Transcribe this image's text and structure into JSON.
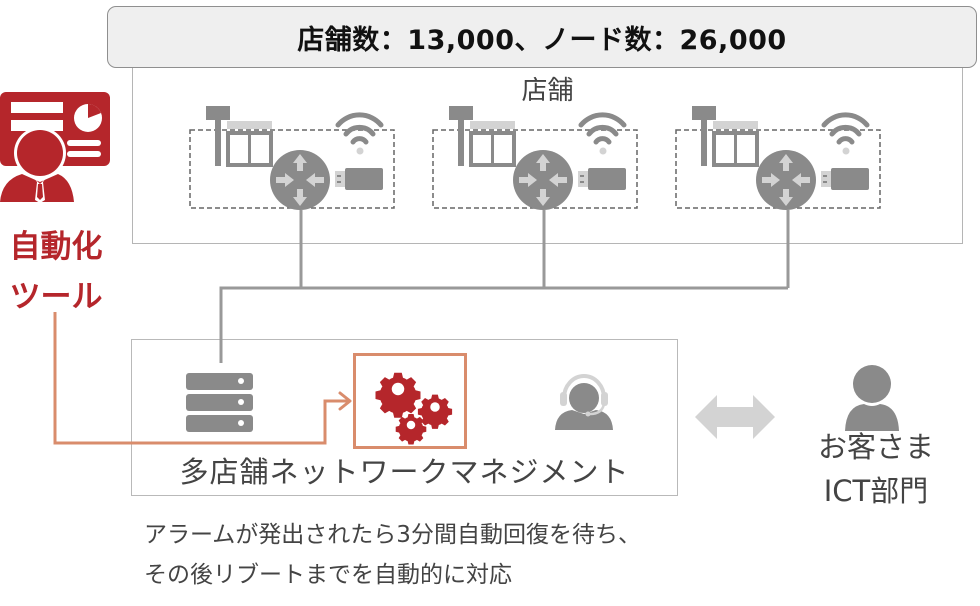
{
  "header": {
    "title": "店舗数：13,000、ノード数：26,000"
  },
  "store_area": {
    "label": "店舗",
    "stores": [
      {
        "name": "store-1",
        "devices": [
          "signpost-shop-icon",
          "wifi-icon",
          "router-icon",
          "usb-dongle-icon"
        ]
      },
      {
        "name": "store-2",
        "devices": [
          "signpost-shop-icon",
          "wifi-icon",
          "router-icon",
          "usb-dongle-icon"
        ]
      },
      {
        "name": "store-3",
        "devices": [
          "signpost-shop-icon",
          "wifi-icon",
          "router-icon",
          "usb-dongle-icon"
        ]
      }
    ]
  },
  "automation_tool": {
    "label_line1": "自動化",
    "label_line2": "ツール",
    "icon": "presenter-dashboard-icon"
  },
  "management": {
    "label": "多店舗ネットワークマネジメント",
    "icons": [
      "server-icon",
      "gears-icon",
      "support-operator-icon"
    ]
  },
  "customer": {
    "label_line1": "お客さま",
    "label_line2": "ICT部門",
    "icon": "person-icon"
  },
  "caption": {
    "line1": "アラームが発出されたら3分間自動回復を待ち、",
    "line2": "その後リブートまでを自動的に対応"
  },
  "colors": {
    "accent_red": "#b5262b",
    "flow_orange": "#d98c6c",
    "icon_gray": "#8a8a8a",
    "light_gray": "#d3d3d3",
    "header_fill": "#efefef"
  }
}
